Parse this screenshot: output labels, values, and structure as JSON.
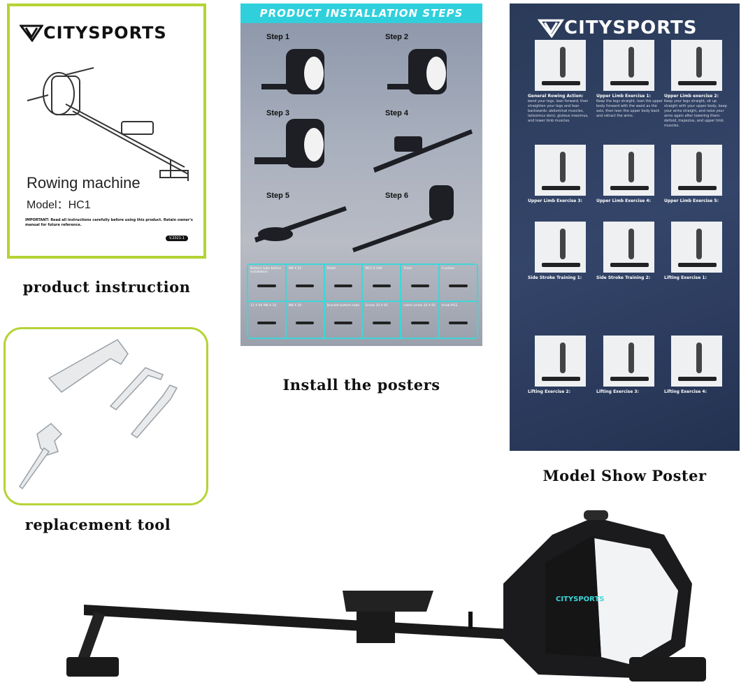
{
  "brand": "CITYSPORTS",
  "manual": {
    "title": "Rowing machine",
    "model": "Model：HC1",
    "note": "IMPORTANT: Read all instructions carefully before using this product. Retain owner's manual for future reference.",
    "version": "V.2021-1"
  },
  "captions": {
    "manual": "product instruction",
    "tools": "replacement tool",
    "install": "Install the posters",
    "model": "Model Show Poster"
  },
  "install_poster": {
    "banner": "PRODUCT INSTALLATION STEPS",
    "steps": [
      "Step 1",
      "Step 2",
      "Step 3",
      "Step 4",
      "Step 5",
      "Step 6"
    ],
    "parts": [
      "Bottom tube before installation",
      "M8 X 55",
      "Pedal",
      "M12 X 160",
      "Track",
      "Cushion",
      "12 X 60 M8 X 16",
      "M8 X 20",
      "Bracket bottom tube",
      "Screw 10 X 95",
      "Latch screw 10 X 95",
      "Knob M12"
    ]
  },
  "model_poster": {
    "exercises": [
      {
        "title": "General Rowing Action:",
        "body": "bend your legs, lean forward, then straighten your legs and lean backwards: abdominal muscles, latissimus dorsi, gluteus maximus, and lower limb muscles."
      },
      {
        "title": "Upper Limb Exercise 1:",
        "body": "Keep the legs straight, lean the upper body forward with the waist as the axis, then lean the upper body back and retract the arms."
      },
      {
        "title": "Upper Limb exercise 2:",
        "body": "Keep your legs straight, sit up straight with your upper body, keep your arms straight, and raise your arms again after lowering them: deltoid, trapezius, and upper limb muscles."
      },
      {
        "title": "Upper Limb Exercise 3:",
        "body": ""
      },
      {
        "title": "Upper Limb Exercise 4:",
        "body": ""
      },
      {
        "title": "Upper Limb Exercise 5:",
        "body": ""
      },
      {
        "title": "Side Stroke Training 1:",
        "body": ""
      },
      {
        "title": "Side Stroke Training 2:",
        "body": ""
      },
      {
        "title": "Lifting Exercise 1:",
        "body": ""
      },
      {
        "title": "Lifting Exercise 2:",
        "body": ""
      },
      {
        "title": "Lifting Exercise 3:",
        "body": ""
      },
      {
        "title": "Lifting Exercise 4:",
        "body": ""
      }
    ]
  },
  "colors": {
    "frame_green": "#b4d334",
    "banner_cyan": "#2fd0dc",
    "poster_navy": "#2a3a58",
    "machine_accent": "#3fd6d8"
  }
}
